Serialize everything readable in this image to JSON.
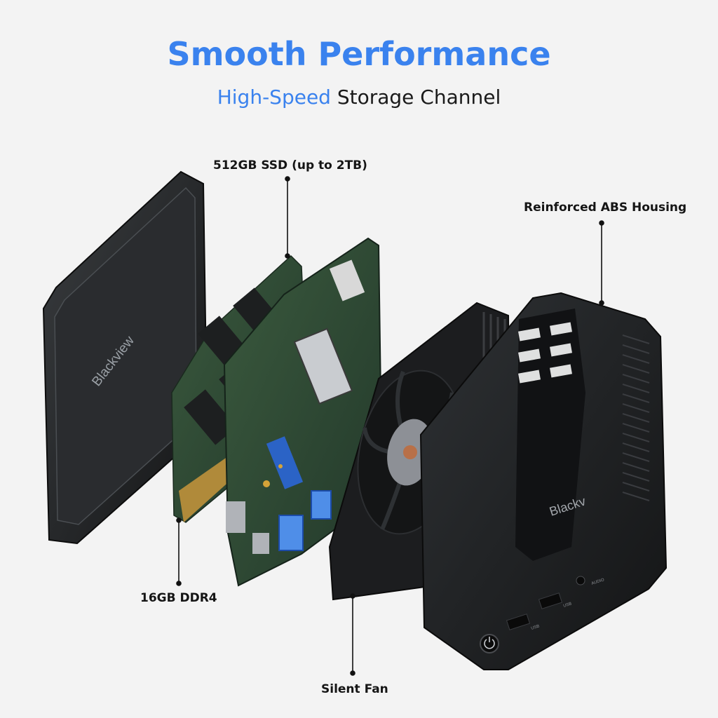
{
  "header": {
    "title": "Smooth Performance",
    "subtitle_accent": "High-Speed",
    "subtitle_rest": " Storage Channel"
  },
  "callouts": {
    "ssd": "512GB SSD (up to 2TB)",
    "housing": "Reinforced ABS Housing",
    "ram": "16GB DDR4",
    "fan": "Silent Fan"
  },
  "branding": {
    "lid_logo": "Blackview",
    "housing_logo": "Blackv"
  },
  "ports": {
    "usb_1": "USB",
    "usb_2": "USB",
    "audio": "AUDIO"
  },
  "colors": {
    "accent": "#3a82ee",
    "pcb": "#2f4a33",
    "housing": "#1f2123"
  }
}
